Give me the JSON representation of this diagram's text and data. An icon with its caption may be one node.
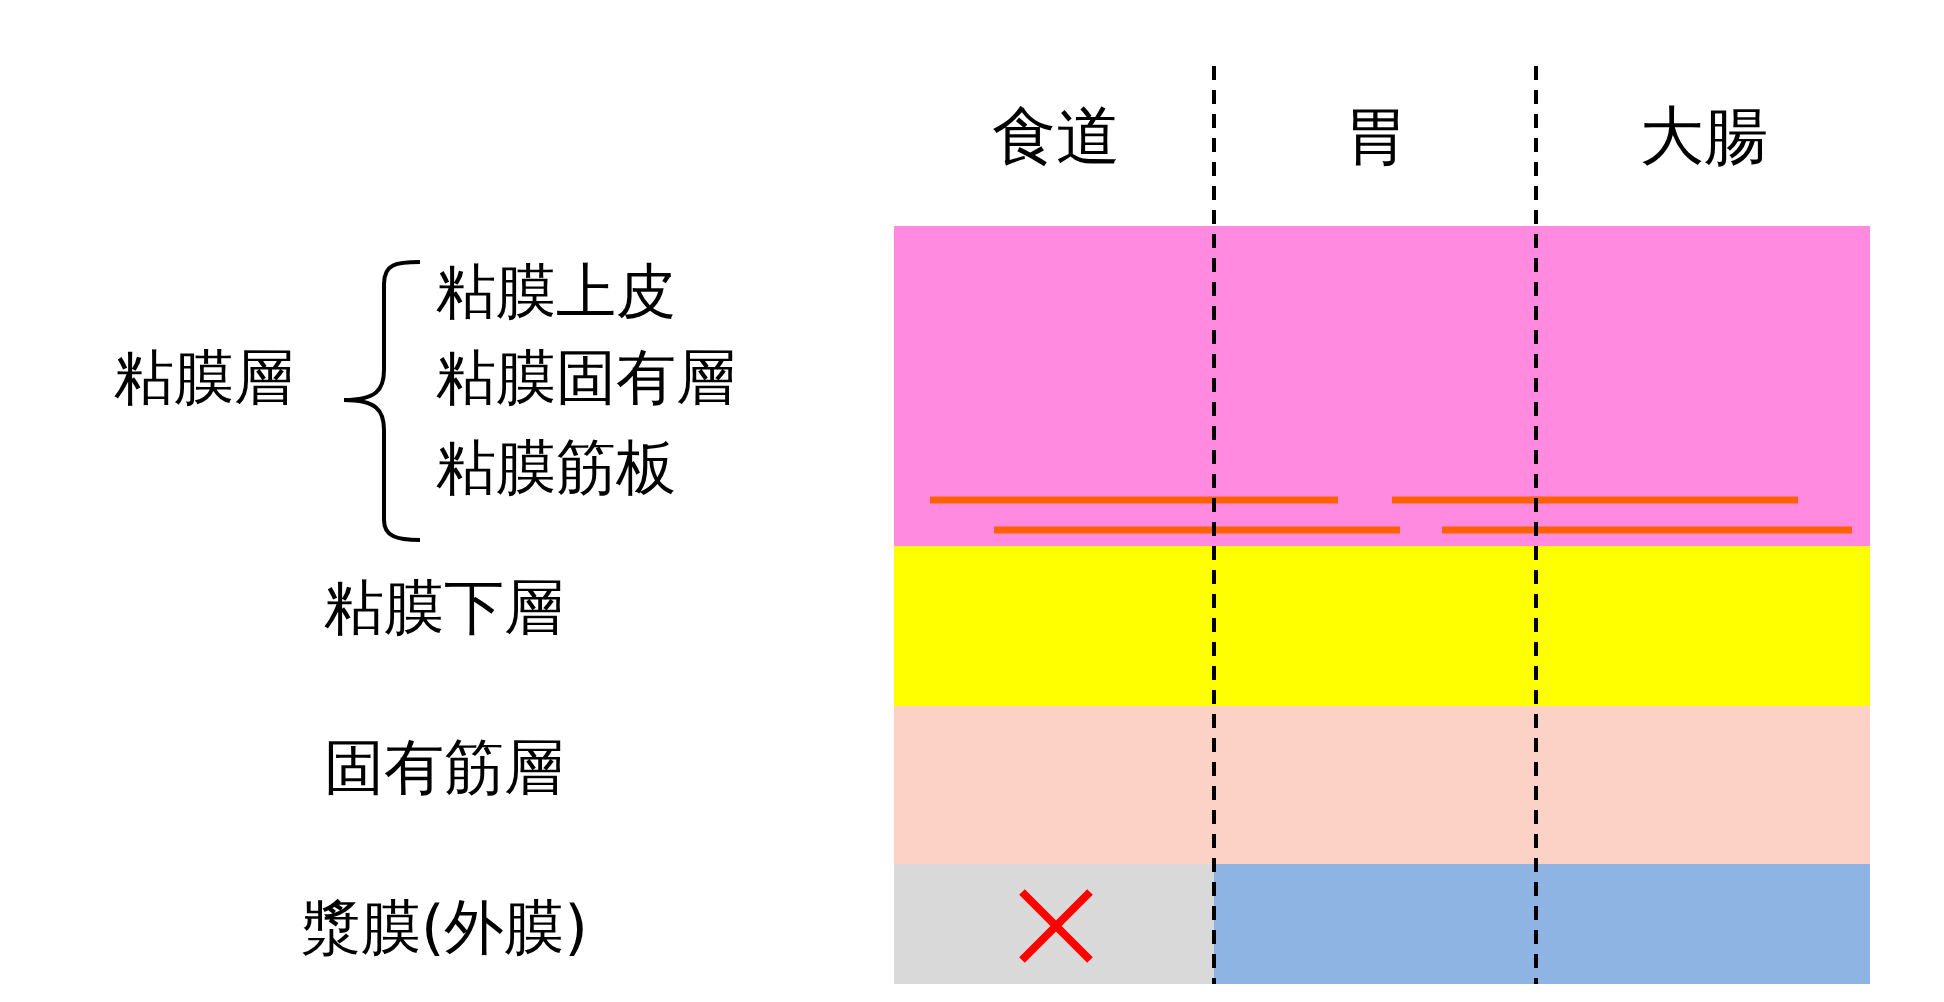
{
  "diagram": {
    "labels": [
      "食道",
      "胃",
      "大腸",
      "粘膜層",
      "粘膜上皮",
      "粘膜固有層",
      "粘膜筋板",
      "粘膜下層",
      "固有筋層",
      "漿膜(外膜)"
    ]
  }
}
